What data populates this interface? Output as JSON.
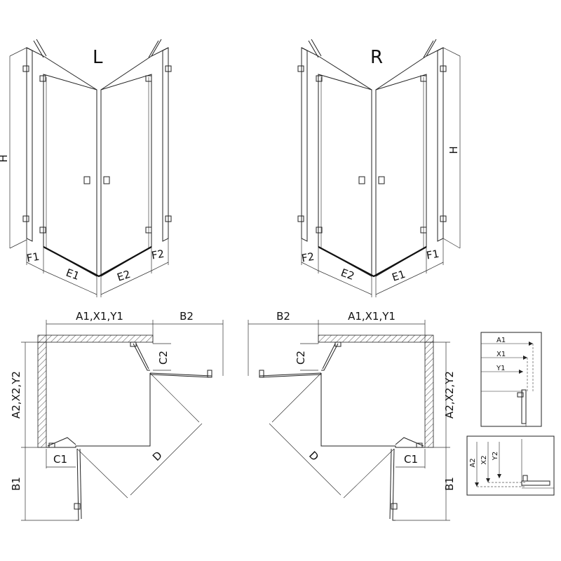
{
  "views": {
    "left_title": "L",
    "right_title": "R"
  },
  "labels": {
    "h": "H",
    "f1": "F1",
    "f2": "F2",
    "e1": "E1",
    "e2": "E2",
    "a1x1y1": "A1,X1,Y1",
    "b2": "B2",
    "c2": "C2",
    "a2x2y2": "A2,X2,Y2",
    "c1": "C1",
    "d": "D",
    "b1": "B1"
  },
  "detail": {
    "a1": "A1",
    "x1": "X1",
    "y1": "Y1",
    "a2": "A2",
    "x2": "X2",
    "y2": "Y2"
  }
}
